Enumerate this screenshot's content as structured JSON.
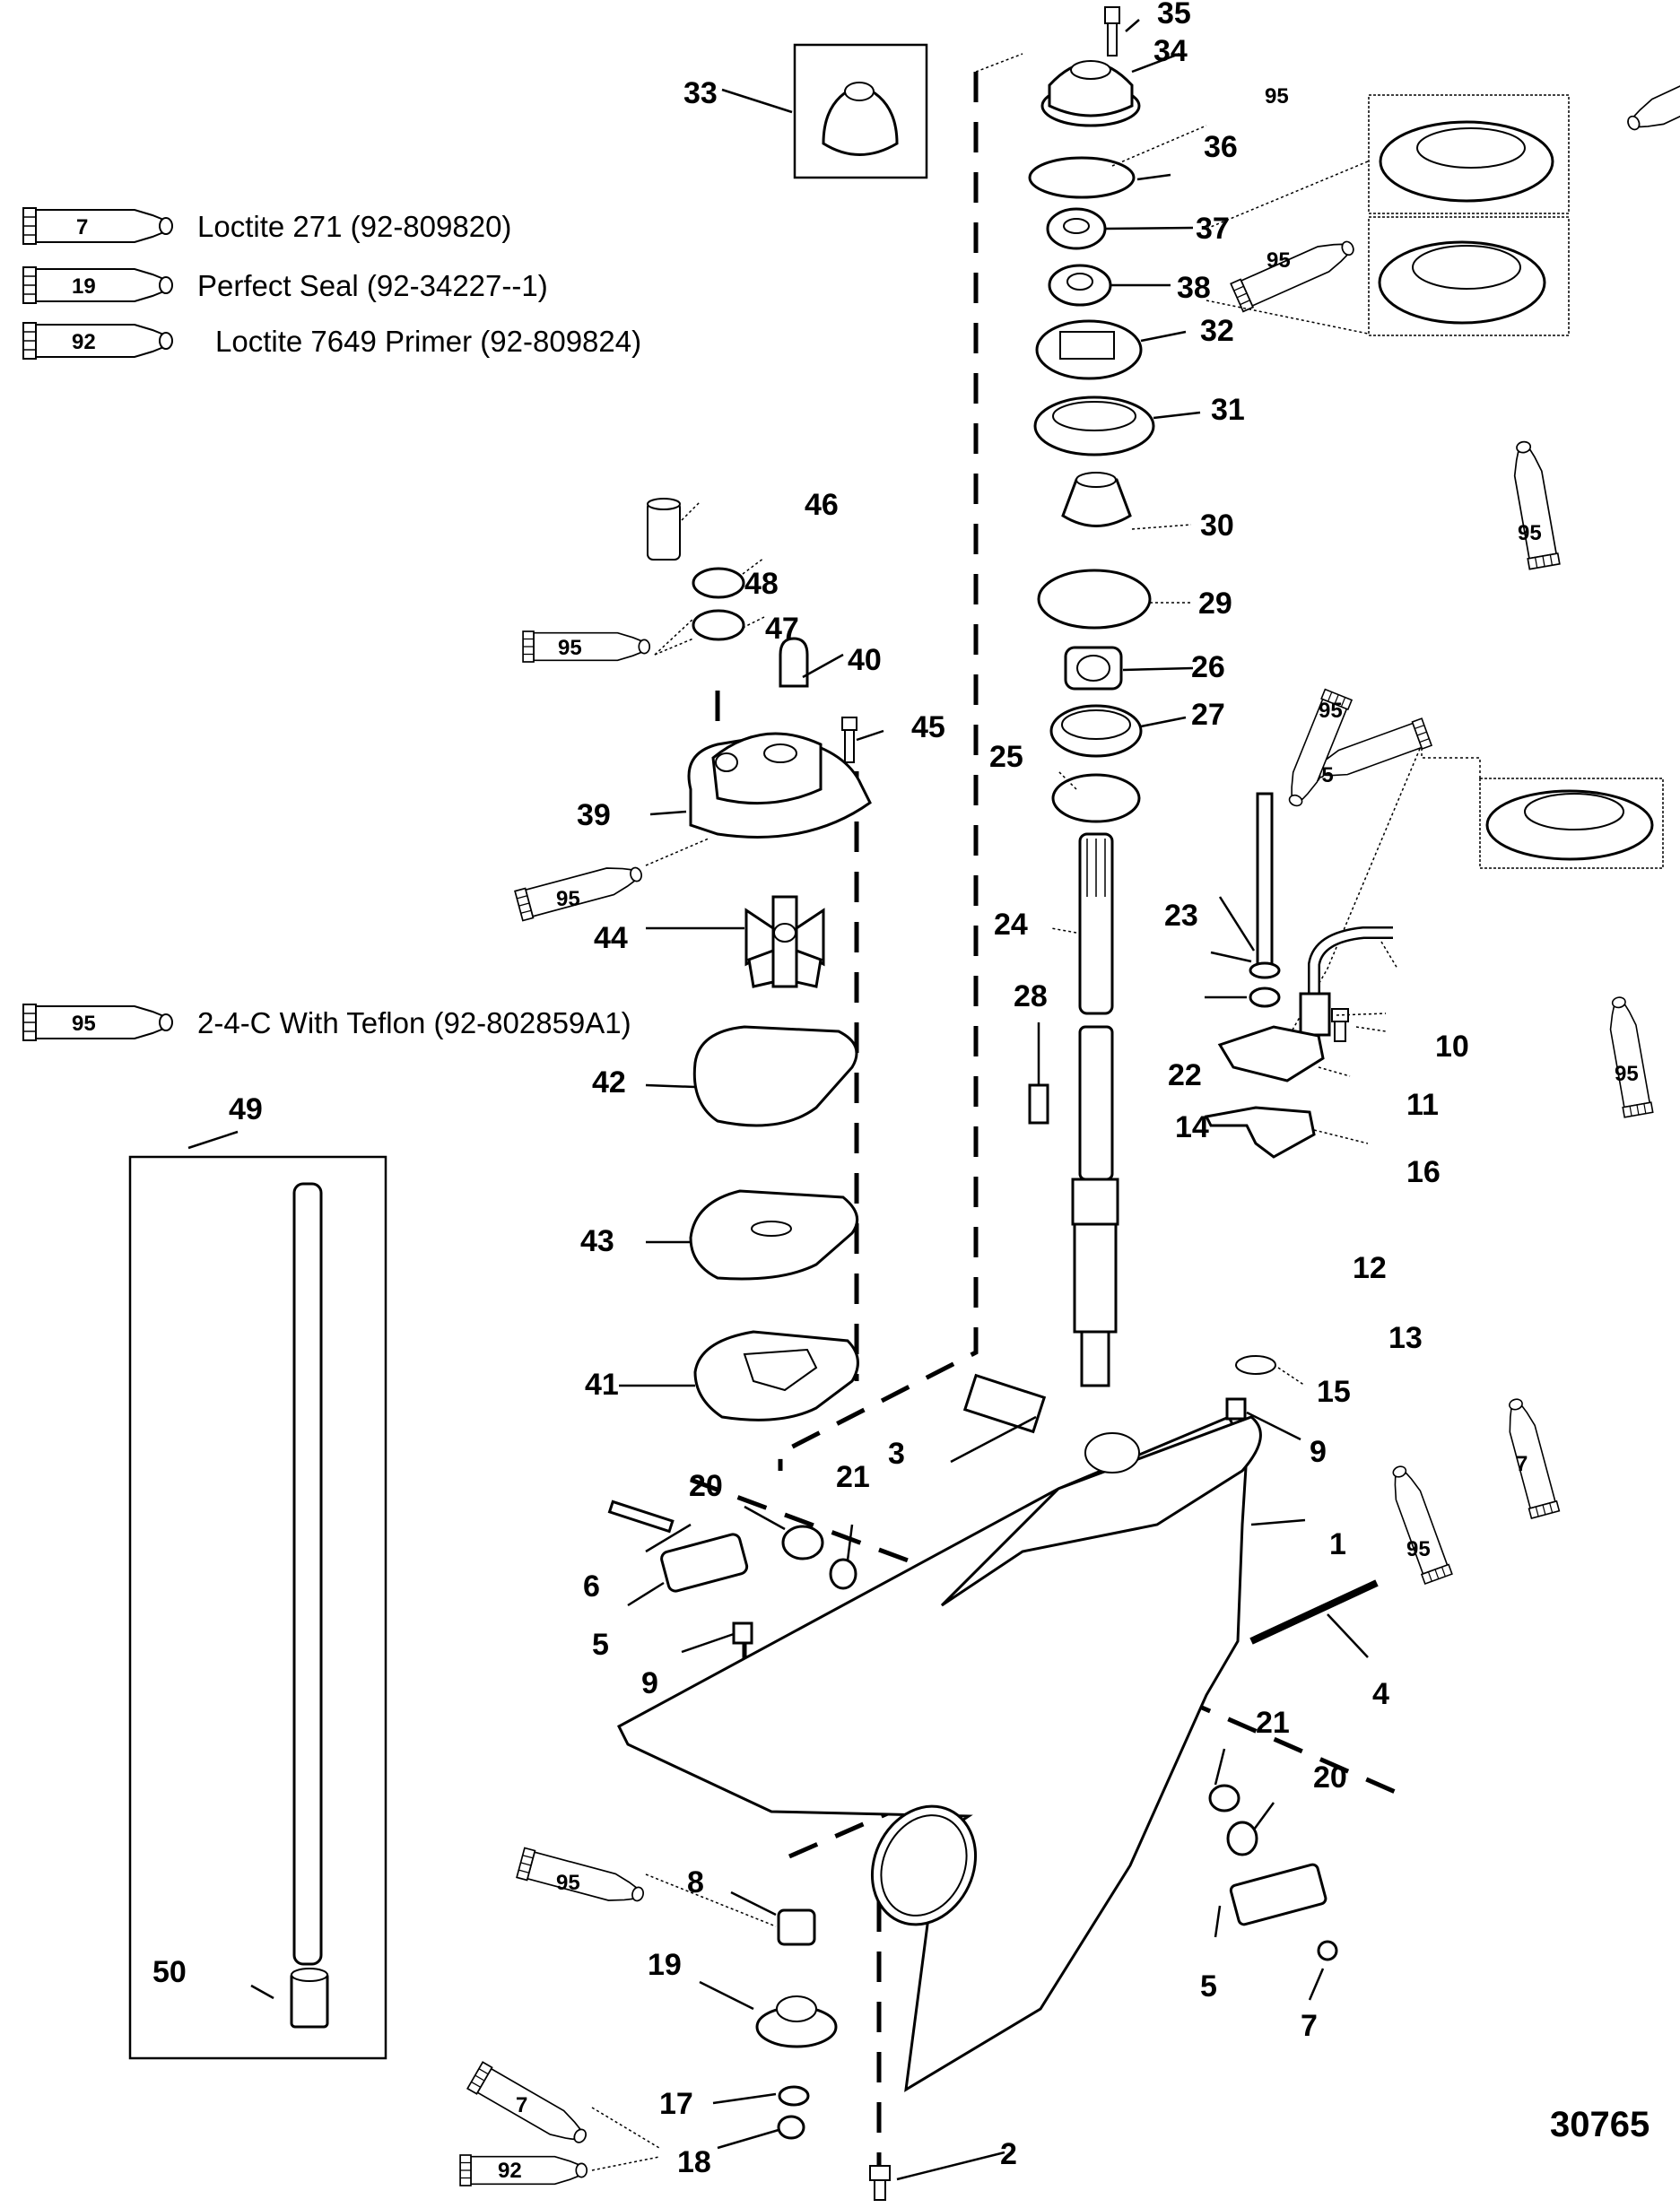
{
  "figure_id": "30765",
  "legend": [
    {
      "tube": "7",
      "text": "Loctite 271 (92-809820)"
    },
    {
      "tube": "19",
      "text": "Perfect Seal (92-34227--1)"
    },
    {
      "tube": "92",
      "text": "Loctite 7649 Primer (92-809824)"
    },
    {
      "tube": "95",
      "text": "2-4-C With Teflon (92-802859A1)"
    }
  ],
  "callouts": {
    "c1": "1",
    "c2": "2",
    "c3": "3",
    "c4": "4",
    "c5a": "5",
    "c5b": "5",
    "c6": "6",
    "c7": "7",
    "c8": "8",
    "c9a": "9",
    "c9b": "9",
    "c10": "10",
    "c11": "11",
    "c12": "12",
    "c13": "13",
    "c14": "14",
    "c15": "15",
    "c16": "16",
    "c17": "17",
    "c18": "18",
    "c19": "19",
    "c20a": "20",
    "c20b": "20",
    "c21a": "21",
    "c21b": "21",
    "c22": "22",
    "c23": "23",
    "c24": "24",
    "c25": "25",
    "c26": "26",
    "c27": "27",
    "c28": "28",
    "c29": "29",
    "c30": "30",
    "c31": "31",
    "c32": "32",
    "c33": "33",
    "c34": "34",
    "c35": "35",
    "c36": "36",
    "c37": "37",
    "c38": "38",
    "c39": "39",
    "c40": "40",
    "c41": "41",
    "c42": "42",
    "c43": "43",
    "c44": "44",
    "c45": "45",
    "c46": "46",
    "c47": "47",
    "c48": "48",
    "c49": "49",
    "c50": "50"
  },
  "tubes": {
    "t36": "95",
    "t37": "95",
    "t38": "95",
    "t24": "95",
    "t23": "95",
    "t10": "95",
    "t16": "7",
    "t15": "95",
    "t47": "95",
    "t39": "95",
    "t8": "95",
    "t18a": "7",
    "t18b": "92"
  }
}
